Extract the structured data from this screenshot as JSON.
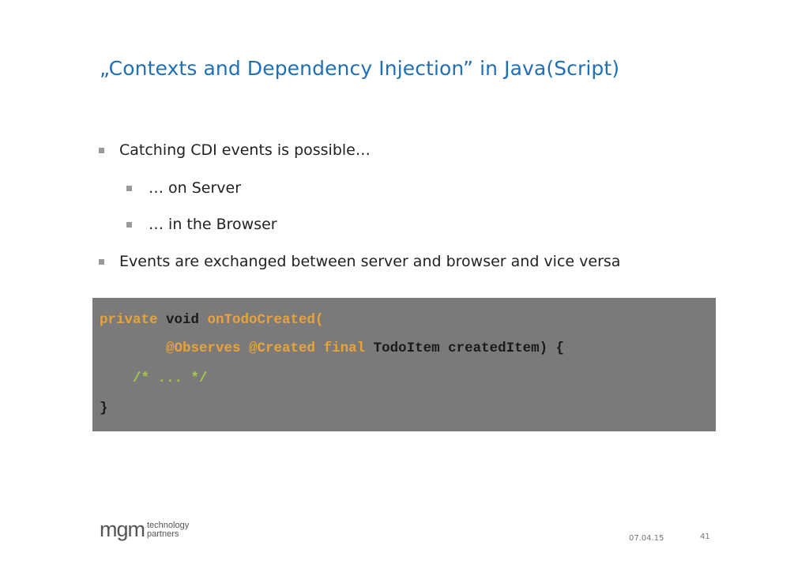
{
  "slide": {
    "title": "„Contexts and Dependency Injection” in Java(Script)"
  },
  "bullets": [
    "Catching CDI events is possible…",
    "… on Server",
    "… in the Browser",
    "Events are exchanged between server and browser and vice versa"
  ],
  "code": {
    "line1": {
      "kw": "private",
      "type": " void ",
      "method": "onTodoCreated("
    },
    "line2": {
      "indent": "        ",
      "ann1": "@Observes",
      "sp": " ",
      "ann2": "@Created",
      "sp2": " ",
      "kw": "final",
      "rest": " TodoItem createdItem) {"
    },
    "line3": {
      "indent": "    ",
      "comment": "/* ... */"
    },
    "line4": "}"
  },
  "footer": {
    "logo_main": "mgm",
    "logo_line1": "technology",
    "logo_line2": "partners",
    "date": "07.04.15",
    "page_number": "41"
  },
  "colors": {
    "title": "#1f6fb5",
    "code_background": "#7a7a7a",
    "keyword": "#e8a33a",
    "comment": "#a7c94a"
  }
}
